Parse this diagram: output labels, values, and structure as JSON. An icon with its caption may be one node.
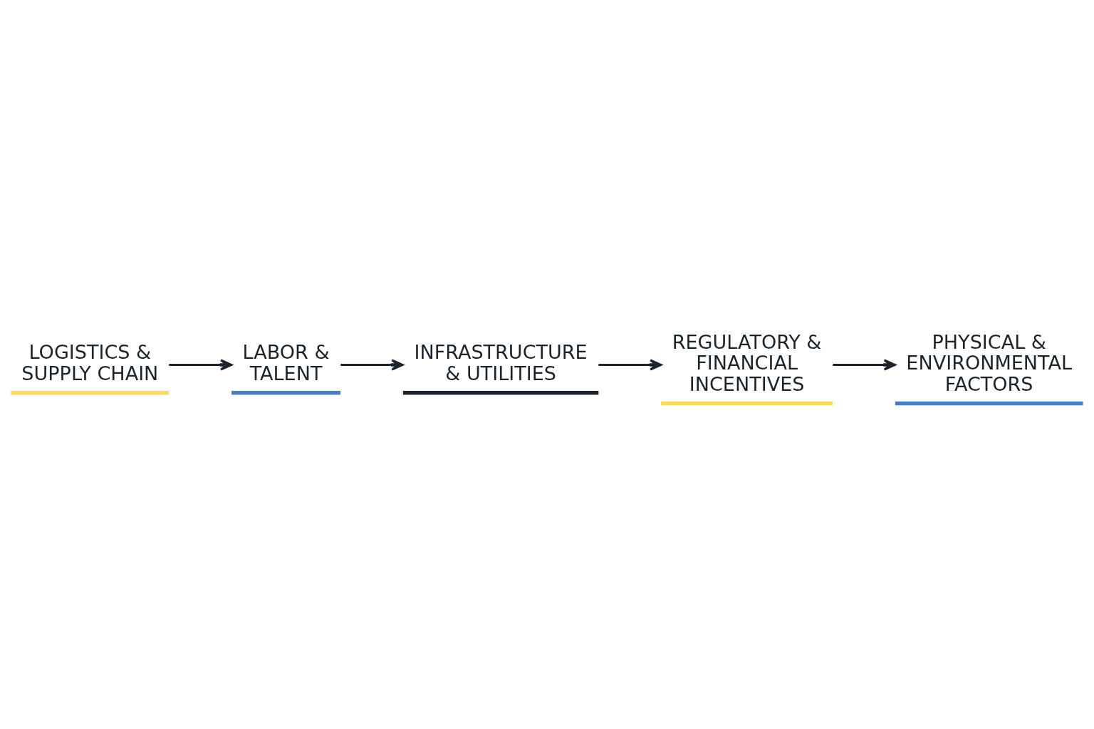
{
  "diagram": {
    "nodes": [
      {
        "text": [
          "LOGISTICS & SUPPLY CHAIN"
        ]
      },
      {
        "text": [
          "LABOR & TALENT"
        ]
      },
      {
        "text": [
          "INFRASTRUCTURE & UTILITIES"
        ]
      },
      {
        "text": [
          "REGULATORY & FINANCIAL INCENTIVES"
        ]
      },
      {
        "text": [
          "PHYSICAL & ENVIRONMENTAL FACTORS"
        ]
      }
    ],
    "edges": [
      {
        "from": 0,
        "to": 1,
        "arrow": "to"
      },
      {
        "from": 1,
        "to": 2,
        "arrow": "to"
      },
      {
        "from": 2,
        "to": 3,
        "arrow": "to"
      },
      {
        "from": 3,
        "to": 4,
        "arrow": "to"
      }
    ]
  }
}
